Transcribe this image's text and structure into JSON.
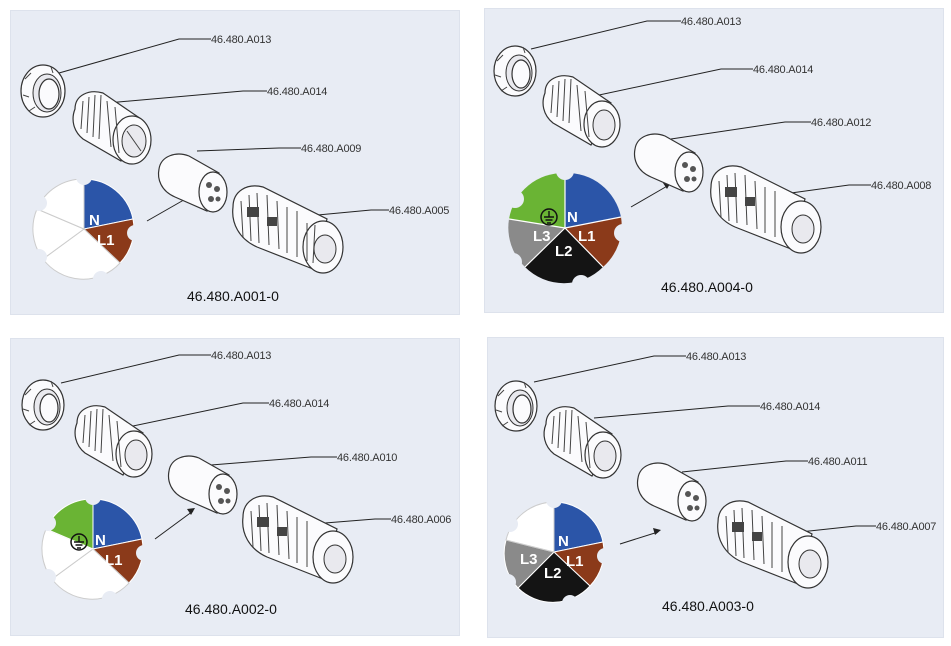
{
  "panels": [
    {
      "title": "46.480.A001-0",
      "labels": [
        "46.480.A013",
        "46.480.A014",
        "46.480.A009",
        "46.480.A005"
      ],
      "wiring": {
        "n": "N",
        "l1": "L1"
      }
    },
    {
      "title": "46.480.A004-0",
      "labels": [
        "46.480.A013",
        "46.480.A014",
        "46.480.A012",
        "46.480.A008"
      ],
      "wiring": {
        "n": "N",
        "l1": "L1",
        "l2": "L2",
        "l3": "L3"
      }
    },
    {
      "title": "46.480.A002-0",
      "labels": [
        "46.480.A013",
        "46.480.A014",
        "46.480.A010",
        "46.480.A006"
      ],
      "wiring": {
        "n": "N",
        "l1": "L1"
      }
    },
    {
      "title": "46.480.A003-0",
      "labels": [
        "46.480.A013",
        "46.480.A014",
        "46.480.A011",
        "46.480.A007"
      ],
      "wiring": {
        "n": "N",
        "l1": "L1",
        "l2": "L2",
        "l3": "L3"
      }
    }
  ],
  "colors": {
    "panel_bg": "#e8ecf4",
    "neutral_blue": "#2b55a8",
    "live_brown": "#8b3a1a",
    "earth_green": "#6ab434",
    "l2_black": "#141414",
    "l3_grey": "#8a8a8a",
    "unused_white": "#ffffff"
  },
  "icons": {
    "earth": "earth-ground-icon"
  }
}
